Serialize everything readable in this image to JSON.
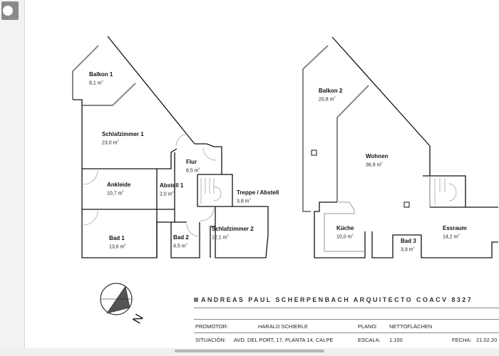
{
  "rooms_left": [
    {
      "name": "Balkon 1",
      "area": "8,1 m"
    },
    {
      "name": "Schlafzimmer 1",
      "area": "23,0 m"
    },
    {
      "name": "Flur",
      "area": "8,5 m"
    },
    {
      "name": "Ankleide",
      "area": "10,7 m"
    },
    {
      "name": "Abstell 1",
      "area": "2,0 m"
    },
    {
      "name": "Treppe / Abstell",
      "area": "3,8 m"
    },
    {
      "name": "Bad 1",
      "area": "13,6 m"
    },
    {
      "name": "Bad 2",
      "area": "4,5 m"
    },
    {
      "name": "Schlafzimmer 2",
      "area": "12,1 m"
    }
  ],
  "rooms_right": [
    {
      "name": "Balkon 2",
      "area": "20,8 m"
    },
    {
      "name": "Wohnen",
      "area": "36,9 m"
    },
    {
      "name": "Küche",
      "area": "10,0 m"
    },
    {
      "name": "Bad 3",
      "area": "3,9 m"
    },
    {
      "name": "Essraum",
      "area": "14,2 m"
    }
  ],
  "area_unit_sup": "2",
  "compass": {
    "label": "N"
  },
  "titleblock": {
    "architect": "ANDREAS PAUL SCHERPENBACH ARQUITECTO COACV 8327",
    "promotor_label": "PROMOTOR:",
    "promotor_value": "HARALD SCHIERLE",
    "plano_label": "PLANO:",
    "plano_value": "NETTOFLÄCHEN",
    "situacion_label": "SITUACIÓN:",
    "situacion_value": "AVD. DEL PORT, 17, PLANTA 14, CALPE",
    "escala_label": "ESCALA:",
    "escala_value": "1:100",
    "fecha_label": "FECHA:",
    "fecha_value": "21.02.20"
  }
}
